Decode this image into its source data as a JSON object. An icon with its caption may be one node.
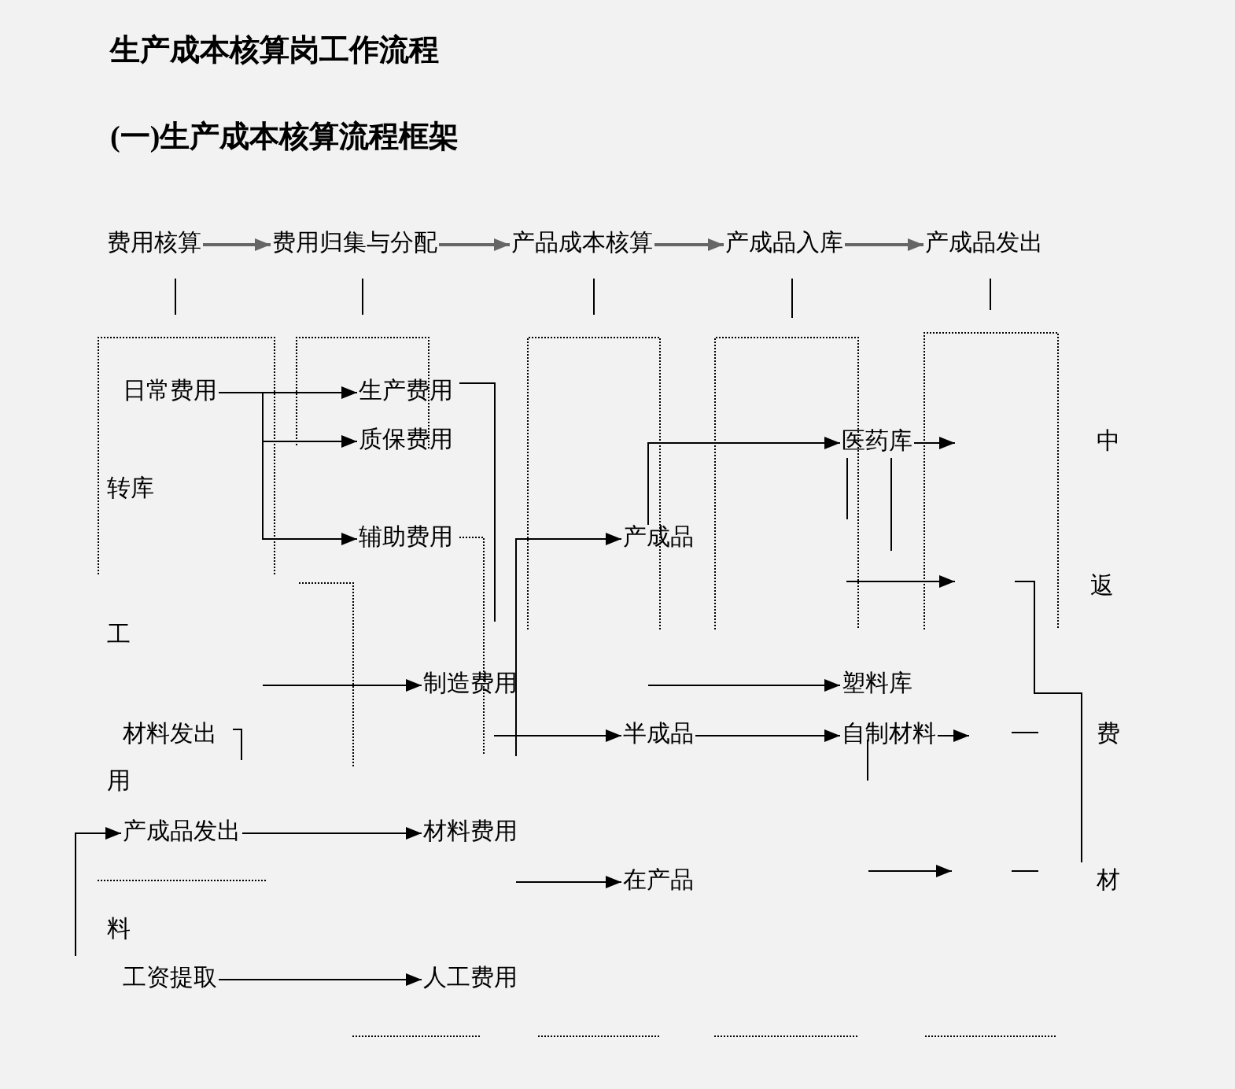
{
  "diagram": {
    "title": "生产成本核算岗工作流程",
    "nodes": [
      {
        "text": [
          "费用核算"
        ]
      },
      {
        "text": [
          "费用归集与分配"
        ]
      },
      {
        "text": [
          "产品成本核算"
        ]
      },
      {
        "text": [
          "产成品入库"
        ]
      },
      {
        "text": [
          "产成品发出"
        ]
      },
      {
        "text": [
          "日常费用"
        ]
      },
      {
        "text": [
          "生产费用"
        ]
      },
      {
        "text": [
          "质保费用"
        ]
      },
      {
        "text": [
          "辅助费用"
        ]
      },
      {
        "text": [
          "产成品"
        ]
      },
      {
        "text": [
          "医药库"
        ]
      },
      {
        "text": [
          "制造费用"
        ]
      },
      {
        "text": [
          "塑料库"
        ]
      },
      {
        "text": [
          "材料发出"
        ]
      },
      {
        "text": [
          "半成品"
        ]
      },
      {
        "text": [
          "自制材料"
        ]
      },
      {
        "text": [
          "产成品发出"
        ]
      },
      {
        "text": [
          "材料费用"
        ]
      },
      {
        "text": [
          "在产品"
        ]
      },
      {
        "text": [
          "工资提取"
        ]
      },
      {
        "text": [
          "人工费用"
        ]
      }
    ],
    "edges": [
      {
        "from": 0,
        "to": 1,
        "arrow": "to",
        "color": "#666666"
      },
      {
        "from": 1,
        "to": 2,
        "arrow": "to",
        "color": "#666666"
      },
      {
        "from": 2,
        "to": 3,
        "arrow": "to",
        "color": "#666666"
      },
      {
        "from": 3,
        "to": 4,
        "arrow": "to",
        "color": "#666666"
      },
      {
        "from": 5,
        "to": 6,
        "arrow": "to"
      },
      {
        "from": 5,
        "to": 7,
        "arrow": "to"
      },
      {
        "from": 5,
        "to": 8,
        "arrow": "to"
      },
      {
        "from": 9,
        "to": 10,
        "arrow": "to"
      },
      {
        "from": null,
        "to": 11,
        "arrow": "to"
      },
      {
        "from": null,
        "to": 12,
        "arrow": "to"
      },
      {
        "from": 14,
        "to": 15,
        "arrow": "to"
      },
      {
        "from": 10,
        "to": null,
        "arrow": "to"
      },
      {
        "from": 15,
        "to": null,
        "arrow": "to"
      },
      {
        "from": 16,
        "to": 17,
        "arrow": "to"
      },
      {
        "from": null,
        "to": 16,
        "arrow": "to"
      },
      {
        "from": null,
        "to": 14,
        "arrow": "to"
      },
      {
        "from": null,
        "to": 18,
        "arrow": "to"
      },
      {
        "from": 19,
        "to": 20,
        "arrow": "to"
      },
      {
        "from": null,
        "to": 9,
        "arrow": "to"
      }
    ],
    "labels": [
      "(一)生产成本核算流程框架",
      "中",
      "转库",
      "返",
      "工",
      "费",
      "用",
      "材",
      "料"
    ]
  }
}
